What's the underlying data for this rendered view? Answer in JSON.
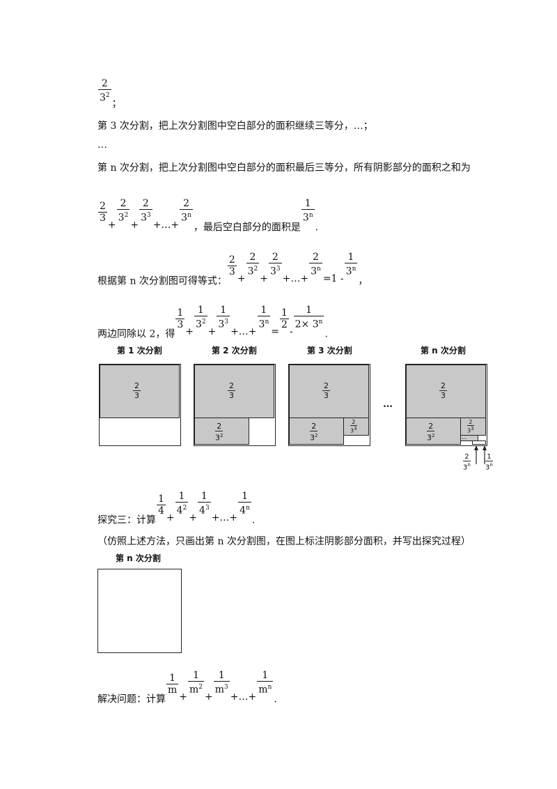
{
  "lines": {
    "l1_suffix": "；",
    "l2": "第 3 次分割，把上次分割图中空白部分的面积继续三等分，…；",
    "l3": "…",
    "l4": "第 n 次分割，把上次分割图中空白部分的面积最后三等分，所有阴影部分的面积之和为",
    "l5_text": "，最后空白部分的面积是",
    "l5_end": ".",
    "l6_text": "根据第 n 次分割图可得等式：",
    "l6_end": "，",
    "l7_text": "两边同除以 2，得",
    "l7_end": ".",
    "l8_text": "探究三：计算",
    "l8_end": ".",
    "l9": "（仿照上述方法，只画出第 n 次分割图，在图上标注阴影部分面积，并写出探究过程）",
    "l10_title": "第 n 次分割",
    "l11_text": "解决问题：计算",
    "l11_end": "."
  },
  "math": {
    "two": "2",
    "one": "1",
    "three": "3",
    "four": "4",
    "m": "m",
    "plus": "+",
    "dots": "+…+",
    "eq": "=",
    "minus": "-",
    "times": "2×",
    "one_minus": "1 -"
  },
  "figures": {
    "panel_titles": [
      "第 1 次分割",
      "第 2 次分割",
      "第 3 次分割",
      "第 n 次分割"
    ],
    "ellipsis": "…",
    "labels": {
      "two_thirds_num": "2",
      "two_thirds_den": "3"
    }
  }
}
